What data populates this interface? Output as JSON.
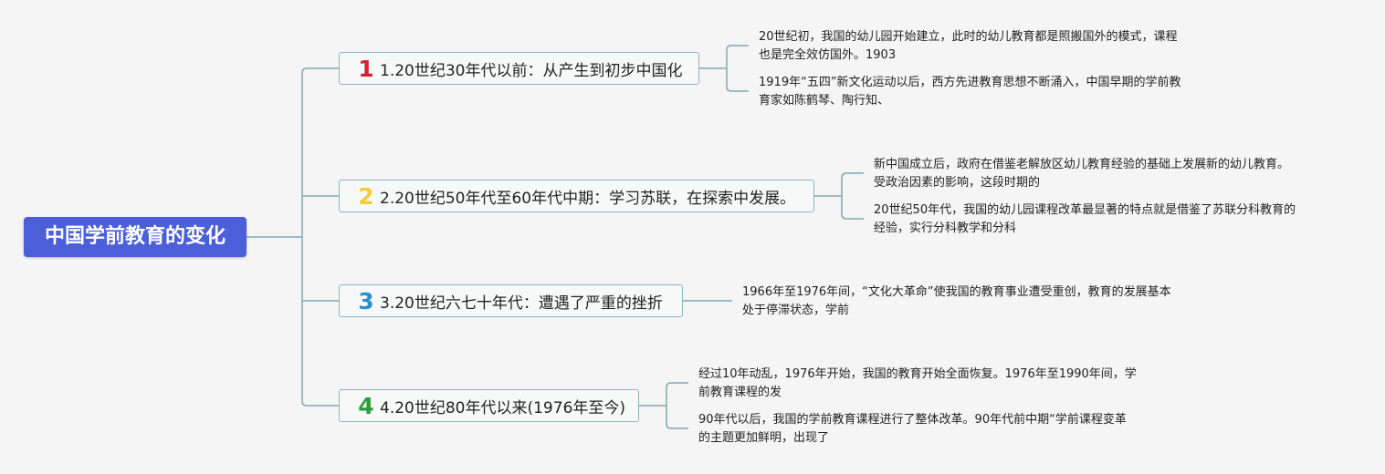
{
  "root": {
    "title": "中国学前教育的变化"
  },
  "branches": [
    {
      "number": "1",
      "label": "1.20世纪30年代以前：从产生到初步中国化",
      "leaves": [
        [
          "20世纪初，我国的幼儿园开始建立，此时的幼儿教育都是照搬国外的模式，课程",
          "也是完全效仿国外。1903"
        ],
        [
          "1919年“五四”新文化运动以后，西方先进教育思想不断涌入，中国早期的学前教",
          "育家如陈鹤琴、陶行知、"
        ]
      ]
    },
    {
      "number": "2",
      "label": "2.20世纪50年代至60年代中期：学习苏联，在探索中发展。",
      "leaves": [
        [
          "新中国成立后，政府在借鉴老解放区幼儿教育经验的基础上发展新的幼儿教育。",
          "受政治因素的影响，这段时期的"
        ],
        [
          "20世纪50年代，我国的幼儿园课程改革最显著的特点就是借鉴了苏联分科教育的",
          "经验，实行分科教学和分科"
        ]
      ]
    },
    {
      "number": "3",
      "label": "3.20世纪六七十年代：遭遇了严重的挫折",
      "leaves": [
        [
          "1966年至1976年间，“文化大革命”使我国的教育事业遭受重创，教育的发展基本",
          "处于停滞状态，学前"
        ]
      ]
    },
    {
      "number": "4",
      "label": "4.20世纪80年代以来(1976年至今)",
      "leaves": [
        [
          "经过10年动乱，1976年开始，我国的教育开始全面恢复。1976年至1990年间，学",
          "前教育课程的发"
        ],
        [
          "90年代以后，我国的学前教育课程进行了整体改革。90年代前中期“学前课程变革",
          "的主题更加鲜明，出现了"
        ]
      ]
    }
  ],
  "colors": {
    "root": "#4c5fd8",
    "line": "#7fa9b0",
    "branch_border": "#8fb6bd"
  }
}
